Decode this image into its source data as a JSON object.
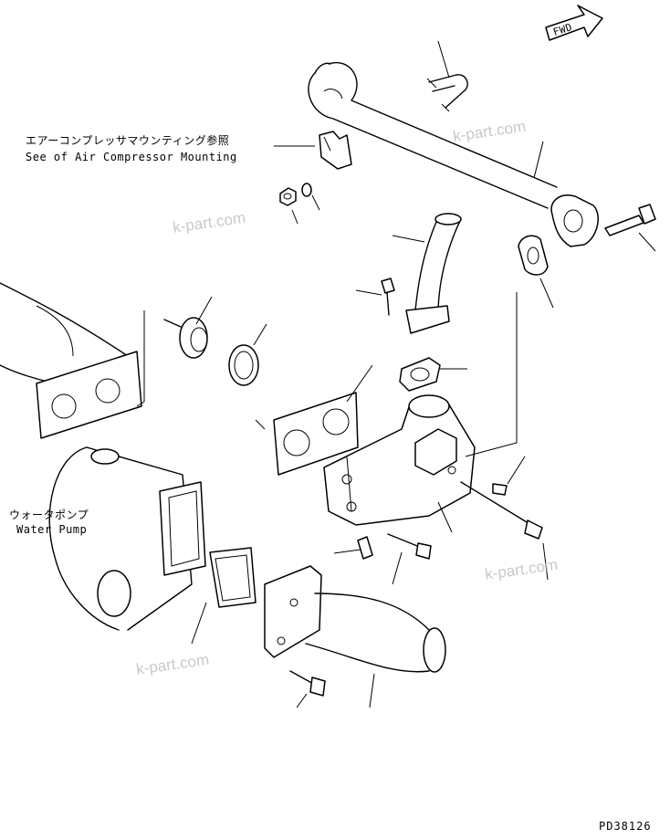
{
  "callouts": {
    "air_compressor_ja": "エアーコンプレッサマウンティング参照",
    "air_compressor_en": "See of Air Compressor Mounting",
    "water_pump_ja": "ウォータポンプ",
    "water_pump_en": "Water Pump"
  },
  "fwd_arrow_text": "FWD",
  "watermarks": [
    "k-part.com",
    "k-part.com",
    "k-part.com",
    "k-part.com"
  ],
  "drawing_code": "PD38126"
}
